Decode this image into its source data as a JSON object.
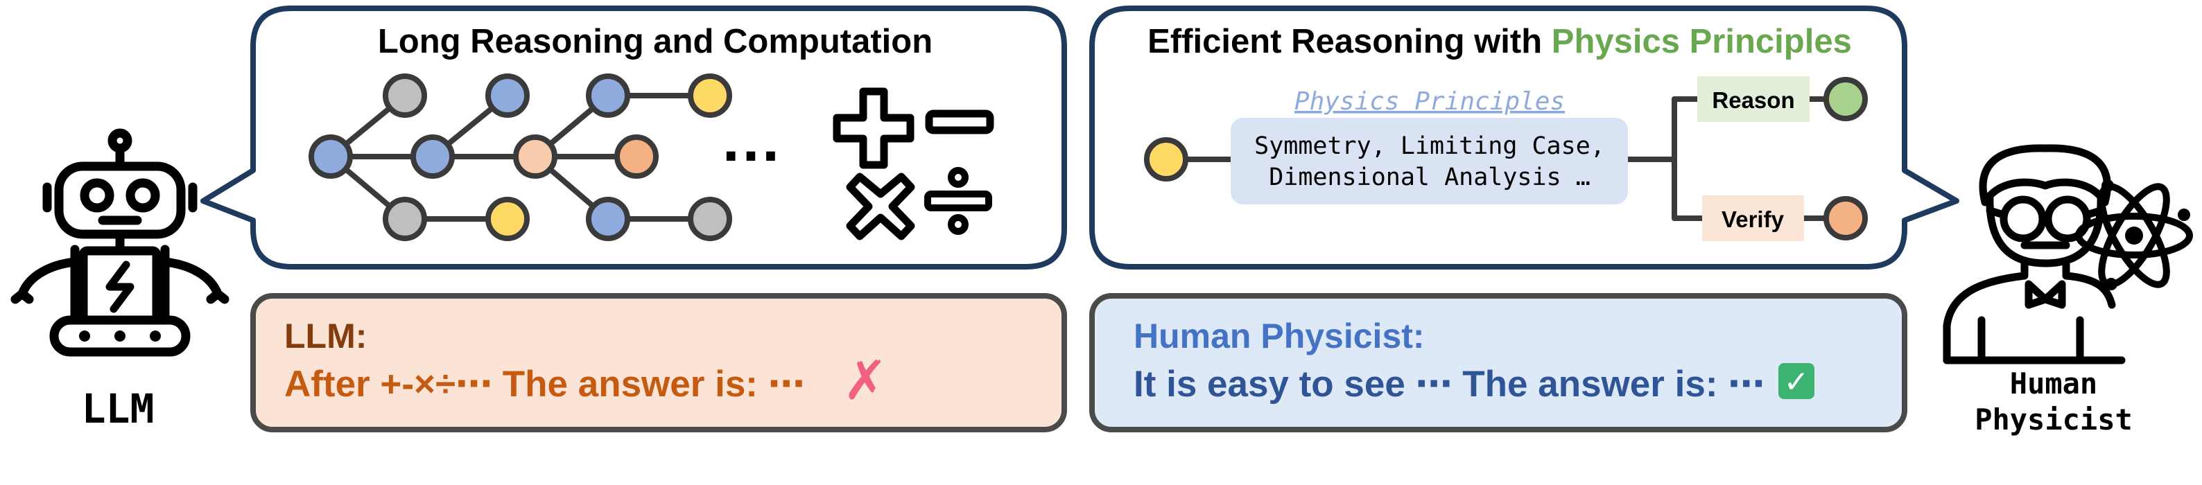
{
  "llm": {
    "label": "LLM",
    "thought_title": "Long Reasoning and Computation",
    "ellipsis": "…",
    "answer_speaker": "LLM:",
    "answer_text": "After +-×÷⋯ The answer is: ⋯",
    "answer_mark": "✗"
  },
  "physicist": {
    "label_line1": "Human",
    "label_line2": "Physicist",
    "thought_title_plain": "Efficient Reasoning with ",
    "thought_title_highlight": "Physics Principles",
    "principles_heading": "Physics Principles",
    "principles_line1": "Symmetry, Limiting Case,",
    "principles_line2": "Dimensional Analysis …",
    "reason_label": "Reason",
    "verify_label": "Verify",
    "answer_speaker": "Human Physicist:",
    "answer_text": "It is easy to see ⋯ The answer is: ⋯",
    "answer_mark": "✓"
  },
  "colors": {
    "navy_border": "#1f3a5f",
    "gray_border": "#4a4a4a",
    "green_text": "#6aa84f",
    "orange_text": "#c55a11",
    "llm_answer_bg": "#fbe3d6",
    "llm_speaker": "#843c0c",
    "phys_answer_bg": "#dde9f6",
    "phys_speaker": "#4472c4",
    "phys_text": "#2f5597",
    "node_gray": "#bfbfbf",
    "node_blue": "#8faadc",
    "node_yellow": "#ffd966",
    "node_peach": "#f8cbad",
    "node_orange": "#f4b183",
    "node_green": "#a9d18e",
    "principle_box": "#dae3f3",
    "reason_box": "#e2f0d9",
    "verify_box": "#fbe5d6",
    "principle_heading": "#8faadc",
    "x_mark": "#f06080",
    "check_bg": "#3cb371"
  },
  "icons": {
    "llm": "robot-icon",
    "physicist": "physicist-icon",
    "atom": "atom-icon",
    "operators": "math-operators-icon",
    "wrong": "cross-mark-icon",
    "right": "check-mark-icon"
  }
}
